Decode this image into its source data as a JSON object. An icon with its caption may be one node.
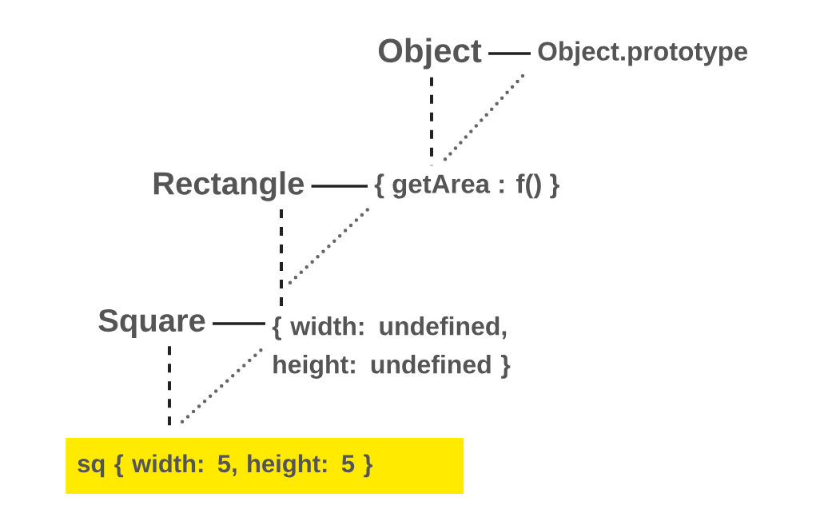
{
  "diagram": {
    "nodes": [
      {
        "text": [
          "Object"
        ]
      },
      {
        "text": [
          "Object.prototype"
        ]
      },
      {
        "text": [
          "Rectangle"
        ]
      },
      {
        "text": [
          "{ getArea : f() }"
        ]
      },
      {
        "text": [
          "Square"
        ]
      },
      {
        "text": [
          "{ width: undefined, height: undefined }"
        ]
      },
      {
        "text": [
          "sq { width: 5, height: 5 }"
        ]
      }
    ],
    "edges": [
      {
        "from": 0,
        "to": 1,
        "arrow": "none"
      },
      {
        "from": 0,
        "to": 3,
        "arrow": "none",
        "style": "dashed"
      },
      {
        "from": 3,
        "to": 1,
        "arrow": "none",
        "style": "dashed",
        "color": "#666666"
      },
      {
        "from": 2,
        "to": 3,
        "arrow": "none"
      },
      {
        "from": 2,
        "to": 5,
        "arrow": "none",
        "style": "dashed"
      },
      {
        "from": 5,
        "to": 3,
        "arrow": "none",
        "style": "dashed",
        "color": "#666666"
      },
      {
        "from": 4,
        "to": 5,
        "arrow": "none"
      },
      {
        "from": 4,
        "to": 6,
        "arrow": "none",
        "style": "dashed"
      },
      {
        "from": 6,
        "to": 5,
        "arrow": "none",
        "style": "dashed",
        "color": "#666666"
      }
    ]
  }
}
